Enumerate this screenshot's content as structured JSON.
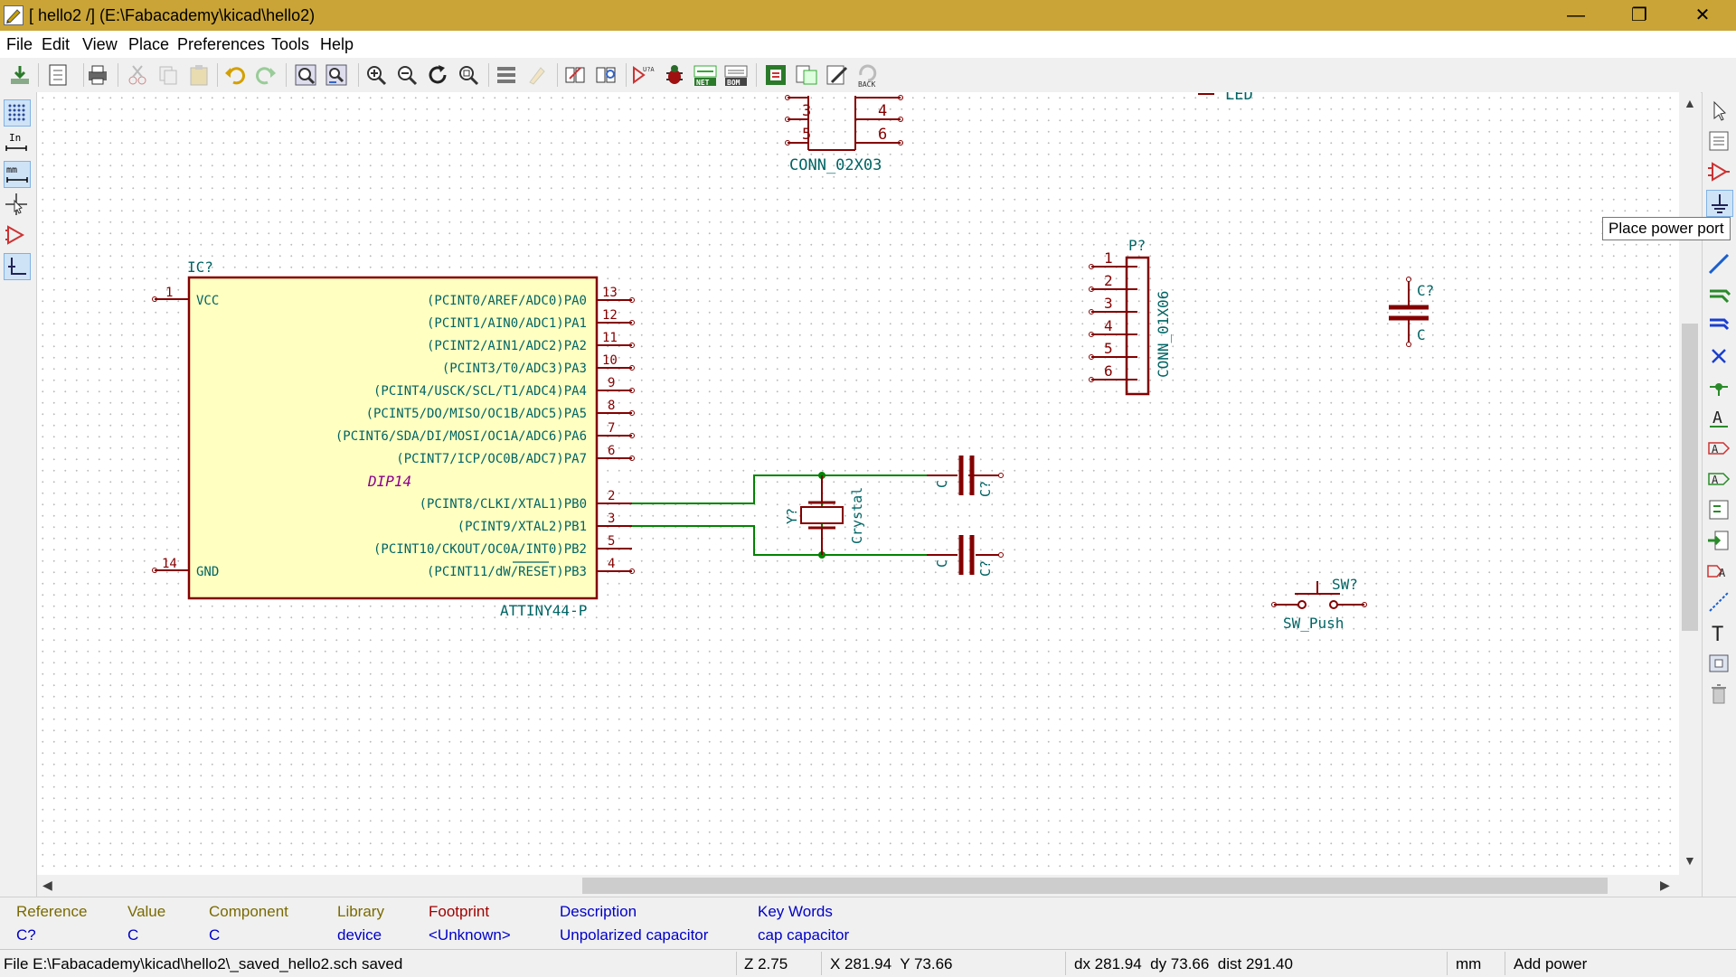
{
  "window": {
    "title": "[ hello2 /] (E:\\Fabacademy\\kicad\\hello2)",
    "controls": {
      "minimize": "—",
      "restore": "❐",
      "close": "✕"
    }
  },
  "menu": [
    "File",
    "Edit",
    "View",
    "Place",
    "Preferences",
    "Tools",
    "Help"
  ],
  "toolbar": {
    "icons": [
      "save-icon",
      "page-settings-icon",
      "print-icon",
      "cut-icon",
      "copy-icon",
      "paste-icon",
      "undo-icon",
      "redo-icon",
      "find-icon",
      "find-replace-icon",
      "zoom-in-icon",
      "zoom-out-icon",
      "redraw-icon",
      "zoom-fit-icon",
      "hierarchy-navigator-icon",
      "leave-sheet-icon",
      "library-editor-icon",
      "library-browser-icon",
      "annotate-icon",
      "erc-icon",
      "netlist-icon",
      "bom-icon",
      "cvpcb-icon",
      "footprint-assign-icon",
      "edit-fields-icon",
      "back-annotate-icon"
    ],
    "labels": {
      "annotate": "U?A 123",
      "net": "NET",
      "bom": "BOM",
      "back": "BACK"
    }
  },
  "left_toolbar": [
    "grid-icon",
    "units-inch-icon",
    "units-mm-icon",
    "cursor-shape-icon",
    "hidden-pins-icon",
    "wire-45-icon"
  ],
  "left_toolbar_labels": {
    "in": "In",
    "mm": "mm"
  },
  "right_toolbar": [
    "select-icon",
    "hierarchy-icon",
    "place-component-icon",
    "place-power-icon",
    "wire-icon",
    "bus-icon",
    "bus-entry-icon",
    "no-connect-icon",
    "junction-icon",
    "net-label-icon",
    "global-label-icon",
    "hierarchical-label-icon",
    "hierarchical-sheet-icon",
    "import-pin-icon",
    "sheet-pin-icon",
    "graphic-line-icon",
    "text-icon",
    "image-icon",
    "delete-icon"
  ],
  "tooltip": "Place power port",
  "schematic": {
    "conn_02x03": {
      "pins": [
        "3",
        "4",
        "5",
        "6"
      ],
      "value": "CONN_02X03"
    },
    "led": {
      "value": "LED"
    },
    "ic": {
      "reference": "IC?",
      "value": "ATTINY44-P",
      "package": "DIP14",
      "left_pins": [
        {
          "num": "1",
          "name": "VCC"
        },
        {
          "num": "14",
          "name": "GND"
        }
      ],
      "right_pins": [
        {
          "num": "13",
          "name": "(PCINT0/AREF/ADC0)PA0"
        },
        {
          "num": "12",
          "name": "(PCINT1/AIN0/ADC1)PA1"
        },
        {
          "num": "11",
          "name": "(PCINT2/AIN1/ADC2)PA2"
        },
        {
          "num": "10",
          "name": "(PCINT3/T0/ADC3)PA3"
        },
        {
          "num": "9",
          "name": "(PCINT4/USCK/SCL/T1/ADC4)PA4"
        },
        {
          "num": "8",
          "name": "(PCINT5/DO/MISO/OC1B/ADC5)PA5"
        },
        {
          "num": "7",
          "name": "(PCINT6/SDA/DI/MOSI/OC1A/ADC6)PA6"
        },
        {
          "num": "6",
          "name": "(PCINT7/ICP/OC0B/ADC7)PA7"
        },
        {
          "num": "2",
          "name": "(PCINT8/CLKI/XTAL1)PB0"
        },
        {
          "num": "3",
          "name": "(PCINT9/XTAL2)PB1"
        },
        {
          "num": "5",
          "name": "(PCINT10/CKOUT/OC0A/INT0)PB2"
        },
        {
          "num": "4",
          "name": "(PCINT11/dW/RESET)PB3"
        }
      ]
    },
    "crystal": {
      "reference": "Y?",
      "value": "Crystal"
    },
    "cap_top": {
      "reference": "C?",
      "value": "C"
    },
    "cap_bottom": {
      "reference": "C?",
      "value": "C"
    },
    "header": {
      "reference": "P?",
      "value": "CONN_01X06",
      "pins": [
        "1",
        "2",
        "3",
        "4",
        "5",
        "6"
      ]
    },
    "cap_right": {
      "reference": "C?",
      "value": "C"
    },
    "switch": {
      "reference": "SW?",
      "value": "SW_Push"
    }
  },
  "message_panel": {
    "columns": [
      {
        "header": "Reference",
        "value": "C?"
      },
      {
        "header": "Value",
        "value": "C"
      },
      {
        "header": "Component",
        "value": "C"
      },
      {
        "header": "Library",
        "value": "device"
      },
      {
        "header": "Footprint",
        "value": "<Unknown>"
      },
      {
        "header": "Description",
        "value": "Unpolarized capacitor"
      },
      {
        "header": "Key Words",
        "value": "cap capacitor"
      }
    ]
  },
  "status": {
    "message": "File E:\\Fabacademy\\kicad\\hello2\\_saved_hello2.sch saved",
    "zoom": "Z 2.75",
    "coords": "X 281.94  Y 73.66",
    "delta": "dx 281.94  dy 73.66  dist 291.40",
    "units": "mm",
    "mode": "Add power"
  },
  "colors": {
    "titlebar": "#caa436",
    "component_body": "#ffffc2",
    "component_outline": "#840000",
    "pin_text": "#006464",
    "wire": "#008400",
    "package_text": "#8b008b"
  }
}
